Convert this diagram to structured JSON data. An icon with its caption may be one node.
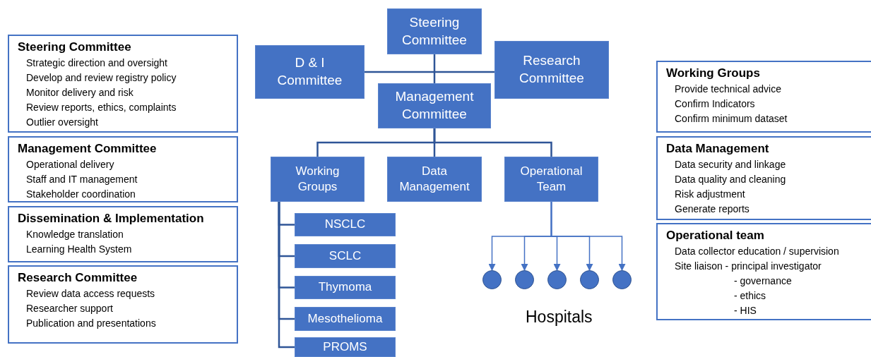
{
  "diagram": {
    "nodes": [
      {
        "text": [
          "Steering Committee"
        ]
      },
      {
        "text": [
          "D & I Committee"
        ]
      },
      {
        "text": [
          "Research Committee"
        ]
      },
      {
        "text": [
          "Management Committee"
        ]
      },
      {
        "text": [
          "Working Groups"
        ]
      },
      {
        "text": [
          "Data Management"
        ]
      },
      {
        "text": [
          "Operational Team"
        ]
      },
      {
        "text": [
          "NSCLC"
        ]
      },
      {
        "text": [
          "SCLC"
        ]
      },
      {
        "text": [
          "Thymoma"
        ]
      },
      {
        "text": [
          "Mesothelioma"
        ]
      },
      {
        "text": [
          "PROMS"
        ]
      },
      {
        "text": [],
        "shape": "circle"
      },
      {
        "text": [],
        "shape": "circle"
      },
      {
        "text": [],
        "shape": "circle"
      },
      {
        "text": [],
        "shape": "circle"
      },
      {
        "text": [],
        "shape": "circle"
      },
      {
        "text": [
          "Steering Committee",
          "Strategic direction and oversight",
          "Develop and review registry policy",
          "Monitor delivery and risk",
          "Review reports, ethics, complaints",
          "Outlier oversight"
        ]
      },
      {
        "text": [
          "Management Committee",
          "Operational delivery",
          "Staff and IT management",
          "Stakeholder coordination"
        ]
      },
      {
        "text": [
          "Dissemination & Implementation",
          "Knowledge translation",
          "Learning Health System"
        ]
      },
      {
        "text": [
          "Research Committee",
          "Review data access requests",
          "Researcher support",
          "Publication and presentations"
        ]
      },
      {
        "text": [
          "Working Groups",
          "Provide technical advice",
          "Confirm Indicators",
          "Confirm minimum dataset"
        ]
      },
      {
        "text": [
          "Data Management",
          "Data security and linkage",
          "Data quality and cleaning",
          "Risk adjustment",
          "Generate reports"
        ]
      },
      {
        "text": [
          "Operational team",
          "Data collector education / supervision",
          "Site liaison -  principal investigator",
          "- governance",
          "- ethics",
          "- HIS"
        ]
      }
    ],
    "edges": [
      {
        "from": 0,
        "to": 3,
        "arrow": "none"
      },
      {
        "from": 1,
        "to": 2,
        "arrow": "none"
      },
      {
        "from": 3,
        "to": 4,
        "arrow": "none"
      },
      {
        "from": 3,
        "to": 5,
        "arrow": "none"
      },
      {
        "from": 3,
        "to": 6,
        "arrow": "none"
      },
      {
        "from": 4,
        "to": 7,
        "arrow": "none"
      },
      {
        "from": 4,
        "to": 8,
        "arrow": "none"
      },
      {
        "from": 4,
        "to": 9,
        "arrow": "none"
      },
      {
        "from": 4,
        "to": 10,
        "arrow": "none"
      },
      {
        "from": 4,
        "to": 11,
        "arrow": "none"
      },
      {
        "from": 6,
        "to": 12,
        "arrow": "to"
      },
      {
        "from": 6,
        "to": 13,
        "arrow": "to"
      },
      {
        "from": 6,
        "to": 14,
        "arrow": "to"
      },
      {
        "from": 6,
        "to": 15,
        "arrow": "to"
      },
      {
        "from": 6,
        "to": 16,
        "arrow": "to"
      }
    ],
    "labels": [
      "Hospitals"
    ]
  }
}
